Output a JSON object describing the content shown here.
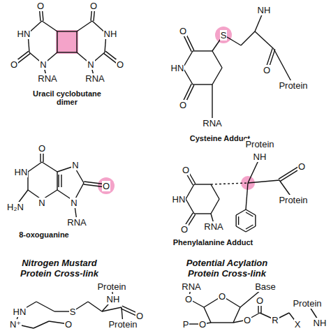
{
  "diagram": {
    "labels": [
      "O",
      "O",
      "HN",
      "NH",
      "O",
      "N",
      "RNA",
      "N",
      "RNA",
      "O",
      "Uracil cyclobutane dimer",
      "O",
      "HN",
      "O",
      "S",
      "NH",
      "O",
      "Protein",
      "RNA",
      "Cysteine Adduct",
      "O",
      "HN",
      "H₂N",
      "N",
      "N",
      "O",
      "N",
      "RNA",
      "8-oxoguanine",
      "Protein",
      "NH",
      "O",
      "HN",
      "O",
      "RNA",
      "O",
      "Protein",
      "Phenylalanine Adduct",
      "Nitrogen Mustard Protein Cross-link",
      "Potential Acylation Protein Cross-link",
      "Protein",
      "NH",
      "HN",
      "S",
      "O",
      "Protein",
      "N⁺",
      "O",
      "RNA",
      "O",
      "O",
      "Base",
      "O",
      "P",
      "O",
      "O",
      "R",
      "X",
      "Protein",
      "NH"
    ]
  }
}
